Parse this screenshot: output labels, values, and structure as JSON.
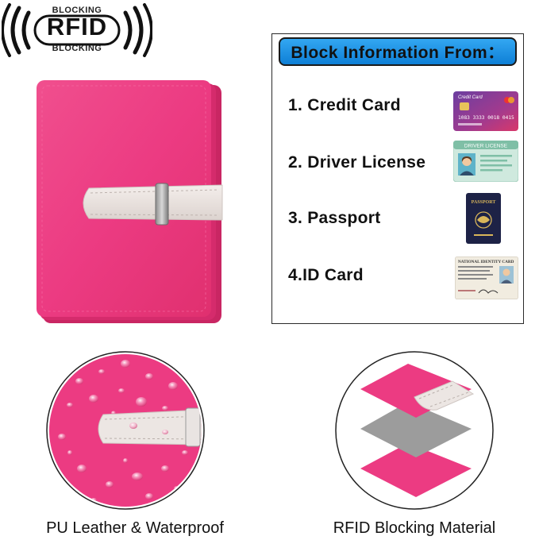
{
  "badge": {
    "top_text": "BLOCKING",
    "main_text": "RFID",
    "bottom_text": "BLOCKING"
  },
  "panel": {
    "title": "Block Information From：",
    "items": [
      {
        "label": "1. Credit Card",
        "icon": "credit-card-icon"
      },
      {
        "label": "2. Driver License",
        "icon": "driver-license-icon"
      },
      {
        "label": "3. Passport",
        "icon": "passport-icon"
      },
      {
        "label": "4.ID Card",
        "icon": "id-card-icon"
      }
    ],
    "card_texts": {
      "credit_card": "Credit Card",
      "credit_number": "1083 3333 0018 0415",
      "driver_license": "DRIVER LICENSE",
      "passport": "PASSPORT",
      "id_card": "NATIONAL IDENTITY CARD"
    }
  },
  "captions": {
    "left": "PU Leather & Waterproof",
    "right": "RFID Blocking Material"
  },
  "colors": {
    "pink": "#ec3b82",
    "strap": "#ece6e3",
    "header_blue": "#1c8fe3"
  }
}
